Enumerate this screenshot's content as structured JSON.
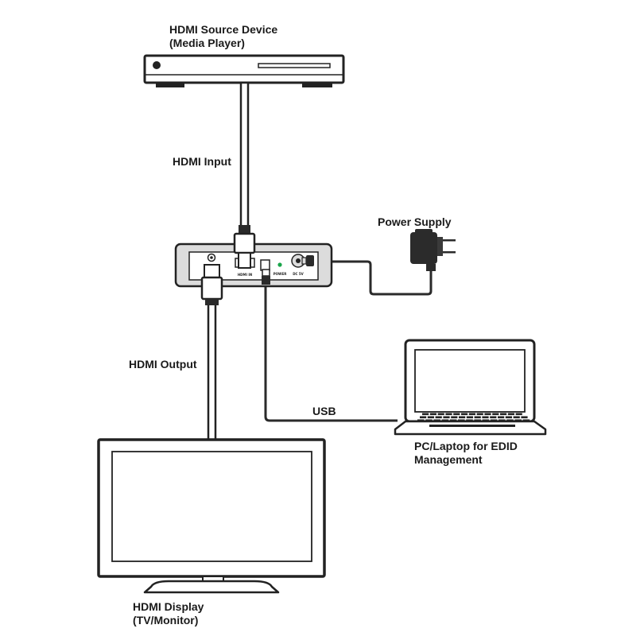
{
  "labels": {
    "source_line1": "HDMI Source Device",
    "source_line2": "(Media Player)",
    "hdmi_input": "HDMI Input",
    "power_supply": "Power Supply",
    "hdmi_output": "HDMI Output",
    "usb": "USB",
    "pc_line1": "PC/Laptop for EDID",
    "pc_line2": "Management",
    "display_line1": "HDMI Display",
    "display_line2": "(TV/Monitor)"
  },
  "device_ports": {
    "hdmi_in": "HDMI IN",
    "power": "POWER",
    "dc": "DC 5V"
  },
  "colors": {
    "outline": "#222222",
    "device_body": "#dcdcdc",
    "cable": "#2a2a2a",
    "power_led": "#19a54a"
  }
}
